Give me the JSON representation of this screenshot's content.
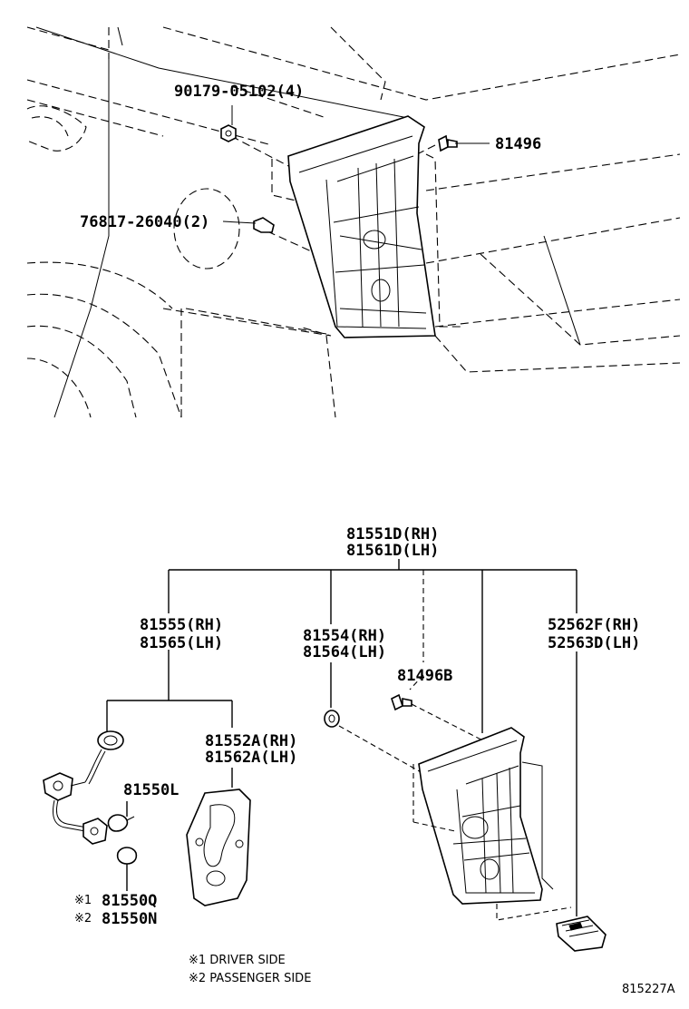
{
  "labels": {
    "screw": "90179-05102(4)",
    "clip_top": "81496",
    "grommet": "76817-26040(2)",
    "lamp_assy_rh": "81551D(RH)",
    "lamp_assy_lh": "81561D(LH)",
    "socket_rh": "81555(RH)",
    "socket_lh": "81565(LH)",
    "cushion_rh": "81554(RH)",
    "cushion_lh": "81564(LH)",
    "bracket_rh": "52562F(RH)",
    "bracket_lh": "52563D(LH)",
    "clip_b": "81496B",
    "gasket_rh": "81552A(RH)",
    "gasket_lh": "81562A(LH)",
    "bulb_l": "81550L",
    "bulb_q": "81550Q",
    "bulb_n": "81550N",
    "bulb_q_mark": "※1",
    "bulb_n_mark": "※2"
  },
  "notes": {
    "note1": "※1 DRIVER SIDE",
    "note2": "※2 PASSENGER SIDE"
  },
  "reference": "815227A"
}
